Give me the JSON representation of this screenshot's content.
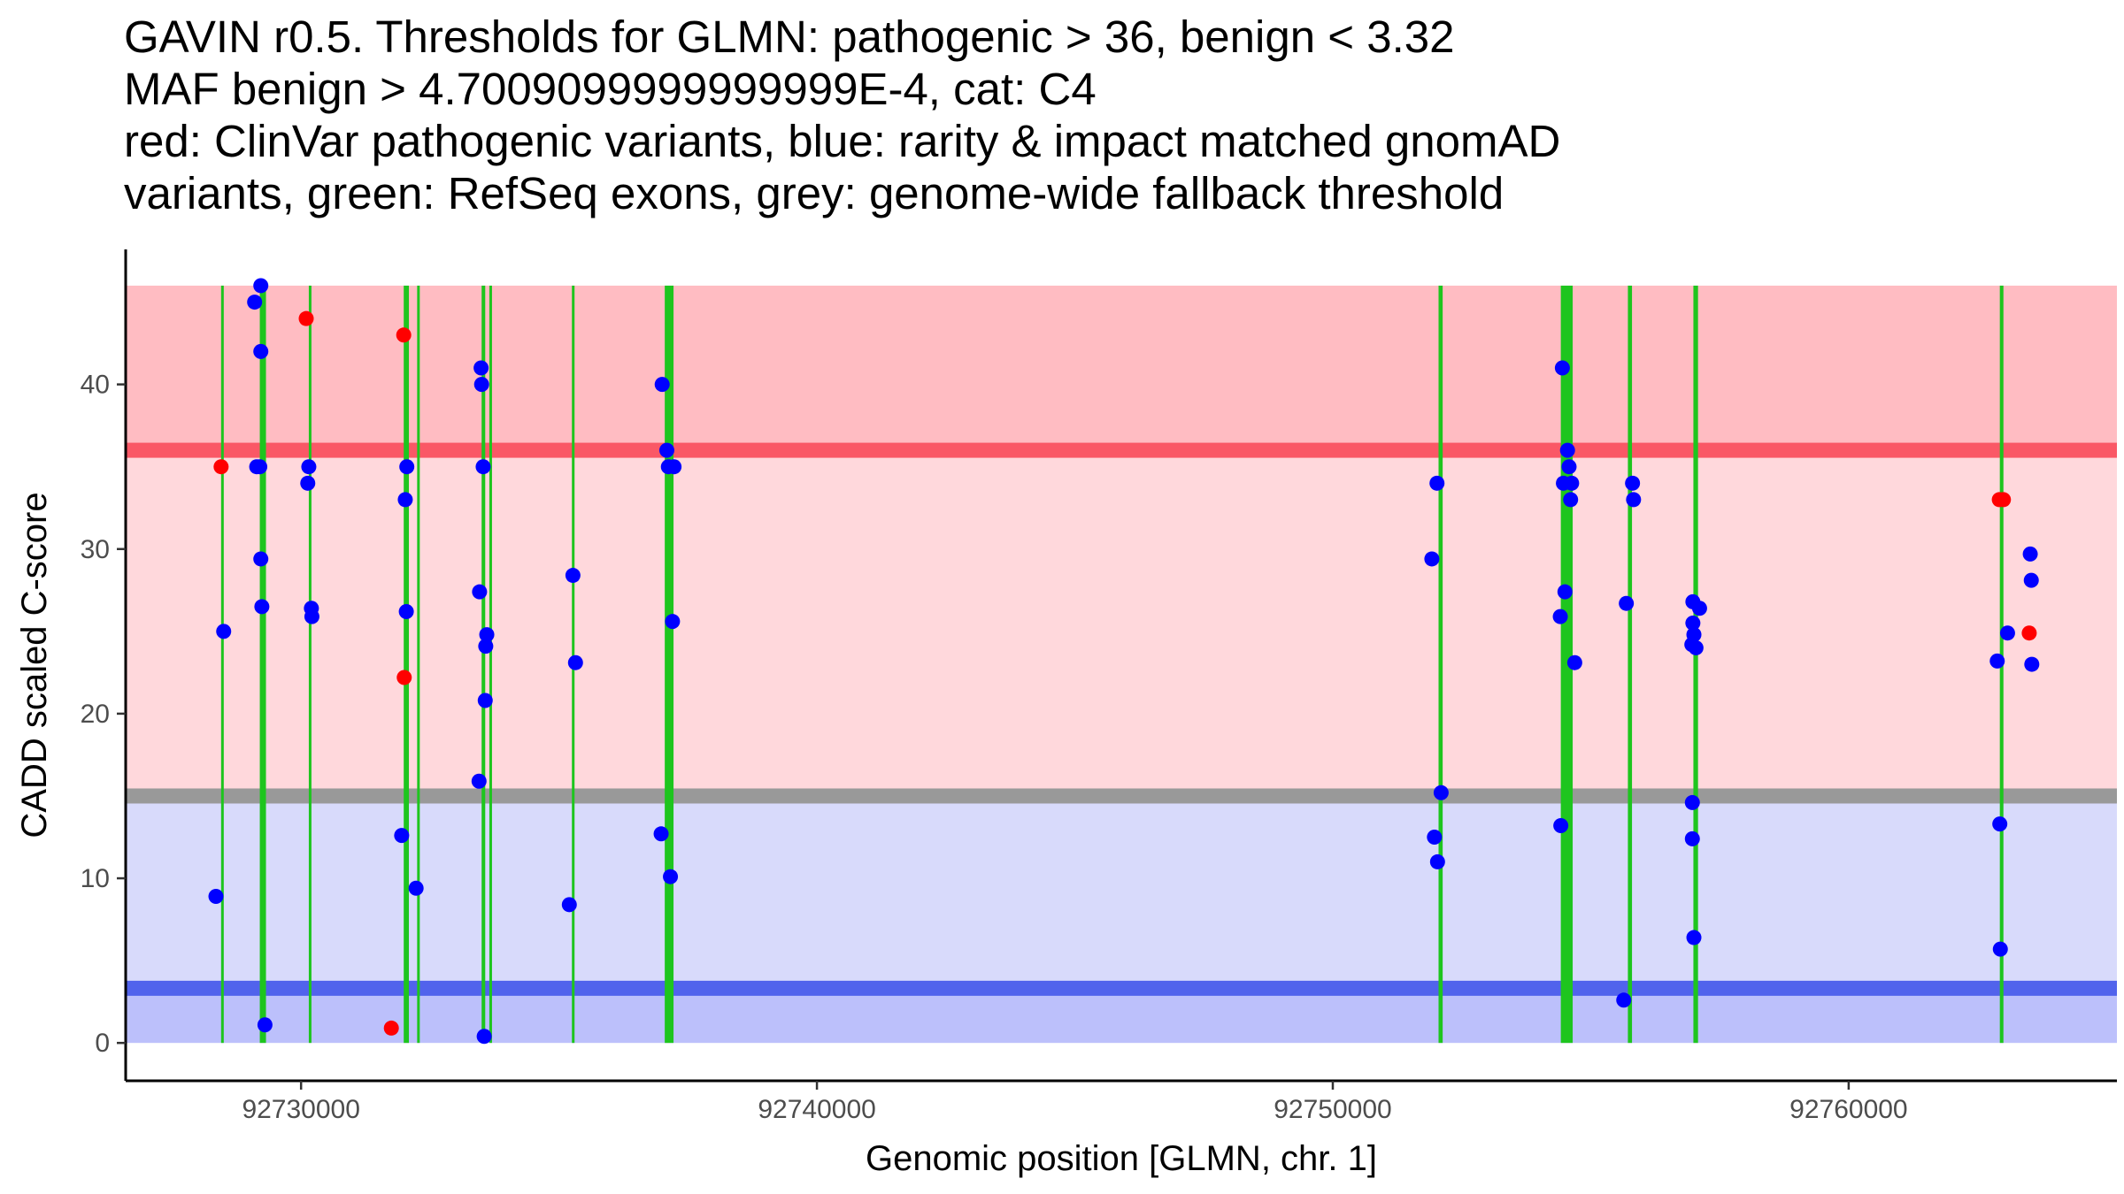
{
  "chart_data": {
    "type": "scatter",
    "title_lines": [
      "GAVIN r0.5. Thresholds for GLMN: pathogenic > 36, benign < 3.32",
      "MAF benign > 4.7009099999999999E-4, cat: C4",
      "red: ClinVar pathogenic variants, blue: rarity & impact matched gnomAD",
      "variants, green: RefSeq exons, grey: genome-wide fallback threshold"
    ],
    "xlabel": "Genomic position [GLMN, chr. 1]",
    "ylabel": "CADD scaled C-score",
    "xlim": [
      92726600,
      92765200
    ],
    "ylim": [
      -2.3,
      48.2
    ],
    "x_ticks": [
      92730000,
      92740000,
      92750000,
      92760000
    ],
    "x_tick_labels": [
      "92730000",
      "92740000",
      "92750000",
      "92760000"
    ],
    "y_ticks": [
      0,
      10,
      20,
      30,
      40
    ],
    "y_tick_labels": [
      "0",
      "10",
      "20",
      "30",
      "40"
    ],
    "grid": false,
    "bands": [
      {
        "name": "pathogenic-top",
        "y0": 36,
        "y1": 46,
        "color": "#ffbcc2"
      },
      {
        "name": "pathogenic-mid",
        "y0": 15.0,
        "y1": 36,
        "color": "#ffd8dc"
      },
      {
        "name": "benign-mid",
        "y0": 3.32,
        "y1": 15.0,
        "color": "#d8dafb"
      },
      {
        "name": "benign-low",
        "y0": 0,
        "y1": 3.32,
        "color": "#bcc0fb"
      }
    ],
    "threshold_lines": [
      {
        "name": "pathogenic",
        "y": 36,
        "color": "#fa5866"
      },
      {
        "name": "genome-wide-fallback",
        "y": 15.0,
        "color": "#999999"
      },
      {
        "name": "benign",
        "y": 3.32,
        "color": "#5163ec"
      }
    ],
    "exon_color": "#1ec51e",
    "exons": [
      [
        92728450,
        92728470
      ],
      [
        92729200,
        92729320
      ],
      [
        92730150,
        92730200
      ],
      [
        92731990,
        92732090
      ],
      [
        92732250,
        92732270
      ],
      [
        92733500,
        92733570
      ],
      [
        92733650,
        92733670
      ],
      [
        92735250,
        92735270
      ],
      [
        92737050,
        92737220
      ],
      [
        92752050,
        92752130
      ],
      [
        92754420,
        92754650
      ],
      [
        92755720,
        92755800
      ],
      [
        92756990,
        92757080
      ],
      [
        92762930,
        92763000
      ]
    ],
    "series": [
      {
        "name": "ClinVar pathogenic",
        "color": "#ff0000",
        "points": [
          [
            92728450,
            35
          ],
          [
            92730100,
            44
          ],
          [
            92731750,
            0.9
          ],
          [
            92731990,
            43
          ],
          [
            92732000,
            22.2
          ],
          [
            92762920,
            33
          ],
          [
            92763000,
            33
          ],
          [
            92763500,
            24.9
          ]
        ]
      },
      {
        "name": "gnomAD matched",
        "color": "#0000ff",
        "points": [
          [
            92728350,
            8.9
          ],
          [
            92728500,
            25
          ],
          [
            92729100,
            45
          ],
          [
            92729140,
            35
          ],
          [
            92729220,
            46
          ],
          [
            92729220,
            42
          ],
          [
            92729200,
            35
          ],
          [
            92729220,
            29.4
          ],
          [
            92729240,
            26.5
          ],
          [
            92729300,
            1.1
          ],
          [
            92730150,
            35
          ],
          [
            92730130,
            34
          ],
          [
            92730200,
            26.4
          ],
          [
            92730210,
            25.9
          ],
          [
            92731950,
            12.6
          ],
          [
            92732020,
            33
          ],
          [
            92732050,
            35
          ],
          [
            92732040,
            26.2
          ],
          [
            92732230,
            9.4
          ],
          [
            92733490,
            41
          ],
          [
            92733500,
            40
          ],
          [
            92733530,
            35
          ],
          [
            92733460,
            27.4
          ],
          [
            92733600,
            24.8
          ],
          [
            92733580,
            24.1
          ],
          [
            92733570,
            20.8
          ],
          [
            92733450,
            15.9
          ],
          [
            92733550,
            0.4
          ],
          [
            92735270,
            28.4
          ],
          [
            92735320,
            23.1
          ],
          [
            92735200,
            8.4
          ],
          [
            92737000,
            40
          ],
          [
            92737090,
            36
          ],
          [
            92737120,
            35
          ],
          [
            92737230,
            35
          ],
          [
            92737200,
            25.6
          ],
          [
            92736980,
            12.7
          ],
          [
            92737160,
            10.1
          ],
          [
            92751920,
            29.4
          ],
          [
            92752020,
            34
          ],
          [
            92752100,
            15.2
          ],
          [
            92751970,
            12.5
          ],
          [
            92752030,
            11
          ],
          [
            92754450,
            41
          ],
          [
            92754550,
            36
          ],
          [
            92754580,
            35
          ],
          [
            92754470,
            34
          ],
          [
            92754630,
            34
          ],
          [
            92754610,
            33
          ],
          [
            92754500,
            27.4
          ],
          [
            92754410,
            25.9
          ],
          [
            92754690,
            23.1
          ],
          [
            92754420,
            13.2
          ],
          [
            92755690,
            26.7
          ],
          [
            92755810,
            34
          ],
          [
            92755830,
            33
          ],
          [
            92755640,
            2.6
          ],
          [
            92756980,
            26.8
          ],
          [
            92757110,
            26.4
          ],
          [
            92756980,
            25.5
          ],
          [
            92757000,
            24.8
          ],
          [
            92756960,
            24.2
          ],
          [
            92757040,
            24
          ],
          [
            92756970,
            14.6
          ],
          [
            92756970,
            12.4
          ],
          [
            92757000,
            6.4
          ],
          [
            92762880,
            23.2
          ],
          [
            92763080,
            24.9
          ],
          [
            92762930,
            13.3
          ],
          [
            92762940,
            5.7
          ],
          [
            92763520,
            29.7
          ],
          [
            92763540,
            28.1
          ],
          [
            92763550,
            23
          ]
        ]
      }
    ]
  }
}
